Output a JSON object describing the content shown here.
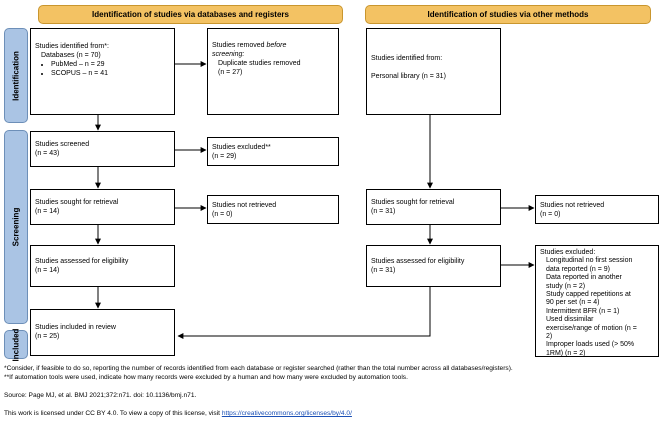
{
  "headers": {
    "databases": "Identification of studies via databases and registers",
    "other": "Identification of studies via other methods"
  },
  "phases": {
    "identification": "Identification",
    "screening": "Screening",
    "included": "Included"
  },
  "boxes": {
    "identified": {
      "line1": "Studies identified from*:",
      "line2": "Databases (n = 70)",
      "items": [
        "PubMed – n = 29",
        "SCOPUS – n = 41"
      ]
    },
    "removed": {
      "line1": "Studies removed",
      "line1_em": "before",
      "line2": "screening:",
      "line3": "Duplicate studies removed",
      "line4": "(n = 27)"
    },
    "screened": {
      "line1": "Studies screened",
      "line2": "(n = 43)"
    },
    "excluded": {
      "line1": "Studies excluded**",
      "line2": "(n = 29)"
    },
    "sought": {
      "line1": "Studies sought for retrieval",
      "line2": "(n = 14)"
    },
    "not_retrieved": {
      "line1": "Studies not retrieved",
      "line2": "(n = 0)"
    },
    "assessed": {
      "line1": "Studies assessed for eligibility",
      "line2": "(n = 14)"
    },
    "included": {
      "line1": "Studies included in review",
      "line2": "(n = 25)"
    },
    "other_identified": {
      "line1": "Studies identified from:",
      "line2": "Personal library (n = 31)"
    },
    "other_sought": {
      "line1": "Studies sought for retrieval",
      "line2": "(n = 31)"
    },
    "other_not_retrieved": {
      "line1": "Studies not retrieved",
      "line2": "(n = 0)"
    },
    "other_assessed": {
      "line1": "Studies assessed for eligibility",
      "line2": "(n = 31)"
    },
    "other_excluded": {
      "title": "Studies excluded:",
      "lines": [
        "Longitudinal no first session",
        "data reported (n = 9)",
        "Data reported in another",
        "study (n = 2)",
        "Study capped repetitions at",
        "90 per set (n = 4)",
        "Intermittent BFR (n = 1)",
        "Used dissimilar",
        "exercise/range of motion (n =",
        "2)",
        "Improper loads used (> 50%",
        "1RM) (n = 2)"
      ]
    }
  },
  "footer": {
    "note1": "*Consider, if feasible to do so, reporting the number of records identified from each database or register searched (rather than the total number across all databases/registers).",
    "note2": "**If automation tools were used, indicate how many records were excluded by a human and how many were excluded by automation tools.",
    "source": "Source: Page MJ, et al. BMJ 2021;372:n71. doi: 10.1136/bmj.n71.",
    "license": "This work is licensed under CC BY 4.0. To view a copy of this license, visit",
    "license_link": "https://creativecommons.org/licenses/by/4.0/"
  }
}
